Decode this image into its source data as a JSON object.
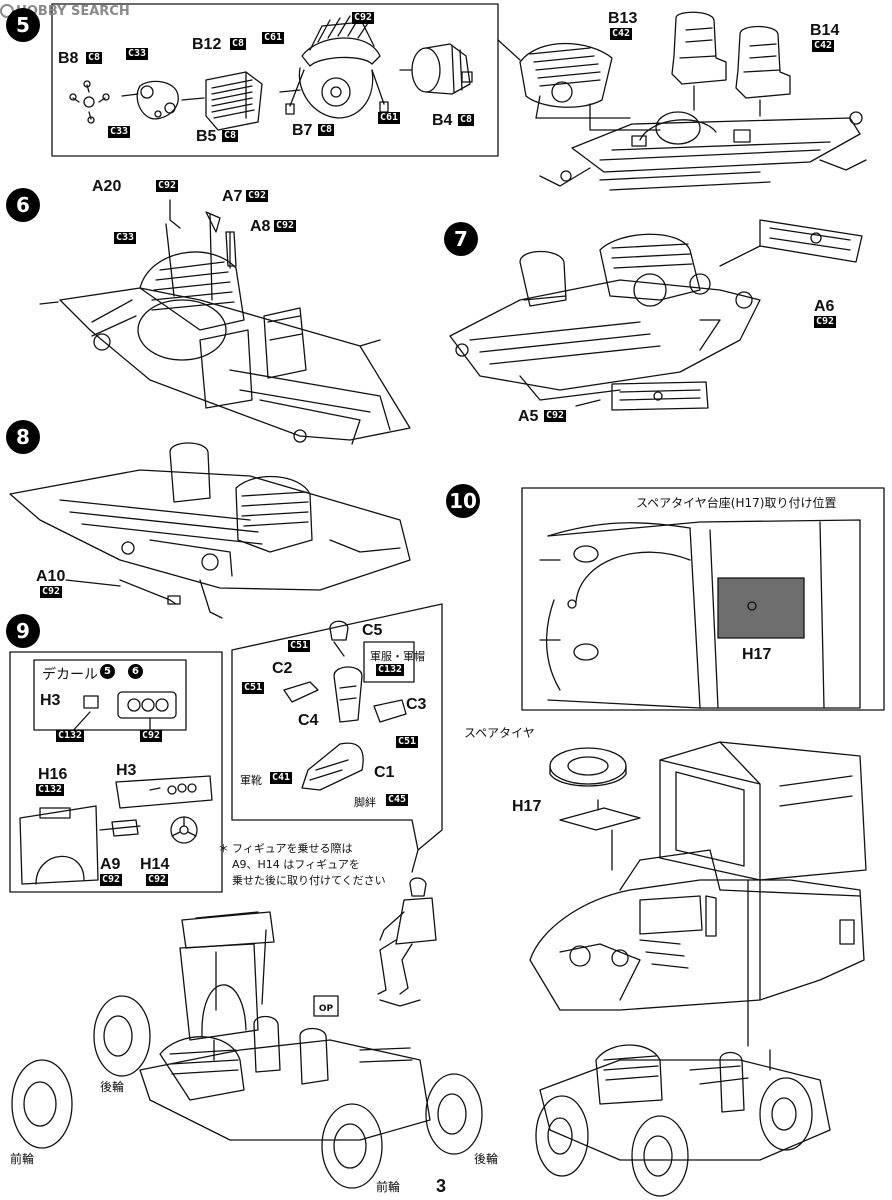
{
  "watermark": "HOBBY SEARCH",
  "page_number": "3",
  "steps": [
    "5",
    "6",
    "7",
    "8",
    "9",
    "10"
  ],
  "step5": {
    "parts": [
      {
        "id": "B8",
        "tag": "C8"
      },
      {
        "id": "C33",
        "tag": ""
      },
      {
        "id": "C33b",
        "text": "C33"
      },
      {
        "id": "B12",
        "tag": "C8"
      },
      {
        "id": "B5",
        "tag": "C8"
      },
      {
        "id": "C61a",
        "text": "C61"
      },
      {
        "id": "C92",
        "text": "C92"
      },
      {
        "id": "B7",
        "tag": "C8"
      },
      {
        "id": "C61b",
        "text": "C61"
      },
      {
        "id": "B4",
        "tag": "C8"
      },
      {
        "id": "B13",
        "tag": "C42"
      },
      {
        "id": "B14",
        "tag": "C42"
      }
    ]
  },
  "step6": {
    "labels": {
      "A20": "A20",
      "A20_tag": "C92",
      "A20_tag2": "C33",
      "A7": "A7",
      "A7_tag": "C92",
      "A8": "A8",
      "A8_tag": "C92"
    }
  },
  "step7": {
    "labels": {
      "A6": "A6",
      "A6_tag": "C92",
      "A5": "A5",
      "A5_tag": "C92"
    }
  },
  "step8": {
    "labels": {
      "A10": "A10",
      "A10_tag": "C92"
    }
  },
  "step9": {
    "decal_label": "デカール",
    "decal_nums": [
      "5",
      "6"
    ],
    "H3": "H3",
    "H3_tag": "C132",
    "panel_tag": "C92",
    "H16": "H16",
    "H16_tag": "C132",
    "H3b": "H3",
    "A9": "A9",
    "A9_tag": "C92",
    "H14": "H14",
    "H14_tag": "C92",
    "note_star": "＊",
    "note_line1": "フィギュアを乗せる際は",
    "note_line2": "A9、H14 はフィギュアを",
    "note_line3": "乗せた後に取り付けてください",
    "figure": {
      "C5": "C5",
      "C5_tag": "C51",
      "uniform_label": "軍服・軍帽",
      "uniform_tag": "C132",
      "C2": "C2",
      "C2_tag": "C51",
      "C3": "C3",
      "C3_tag": "C51",
      "C4": "C4",
      "C1": "C1",
      "boots_label": "軍靴",
      "boots_tag": "C41",
      "gaiter_label": "脚絆",
      "gaiter_tag": "C45"
    },
    "op_label": "OP",
    "rear_wheel": "後輪",
    "front_wheel_left": "前輪",
    "rear_wheel_right": "後輪",
    "front_wheel_bottom": "前輪"
  },
  "step10": {
    "box_title": "スペアタイヤ台座(H17)取り付け位置",
    "box_part": "H17",
    "spare_label": "スペアタイヤ",
    "H17": "H17"
  }
}
